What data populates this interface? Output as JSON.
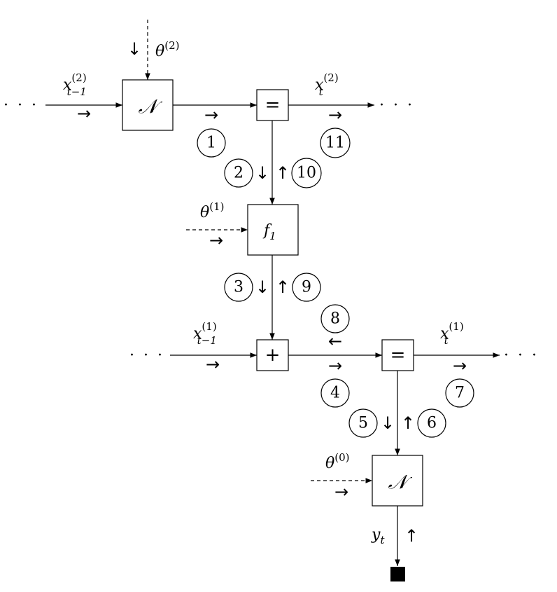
{
  "nodes": {
    "noise_top": {
      "symbol": "𝒩"
    },
    "equality_top": {
      "symbol": "="
    },
    "function_f1": {
      "symbol": "f",
      "sub": "1"
    },
    "adder": {
      "symbol": "+"
    },
    "equality_bottom": {
      "symbol": "="
    },
    "noise_bottom": {
      "symbol": "𝒩"
    }
  },
  "labels": {
    "theta2": {
      "base": "θ",
      "sup": "(2)"
    },
    "theta1": {
      "base": "θ",
      "sup": "(1)"
    },
    "theta0": {
      "base": "θ",
      "sup": "(0)"
    },
    "x2_prev": {
      "base": "x",
      "sup": "(2)",
      "sub": "t−1"
    },
    "x2_curr": {
      "base": "x",
      "sup": "(2)",
      "sub": "t"
    },
    "x1_prev": {
      "base": "x",
      "sup": "(1)",
      "sub": "t−1"
    },
    "x1_curr": {
      "base": "x",
      "sup": "(1)",
      "sub": "t"
    },
    "y": {
      "base": "y",
      "sub": "t"
    },
    "dots": "· · ·"
  },
  "arrows": {
    "right": "→",
    "left": "←",
    "down": "↓",
    "up": "↑"
  },
  "messages": [
    "1",
    "2",
    "3",
    "4",
    "5",
    "6",
    "7",
    "8",
    "9",
    "10",
    "11"
  ]
}
